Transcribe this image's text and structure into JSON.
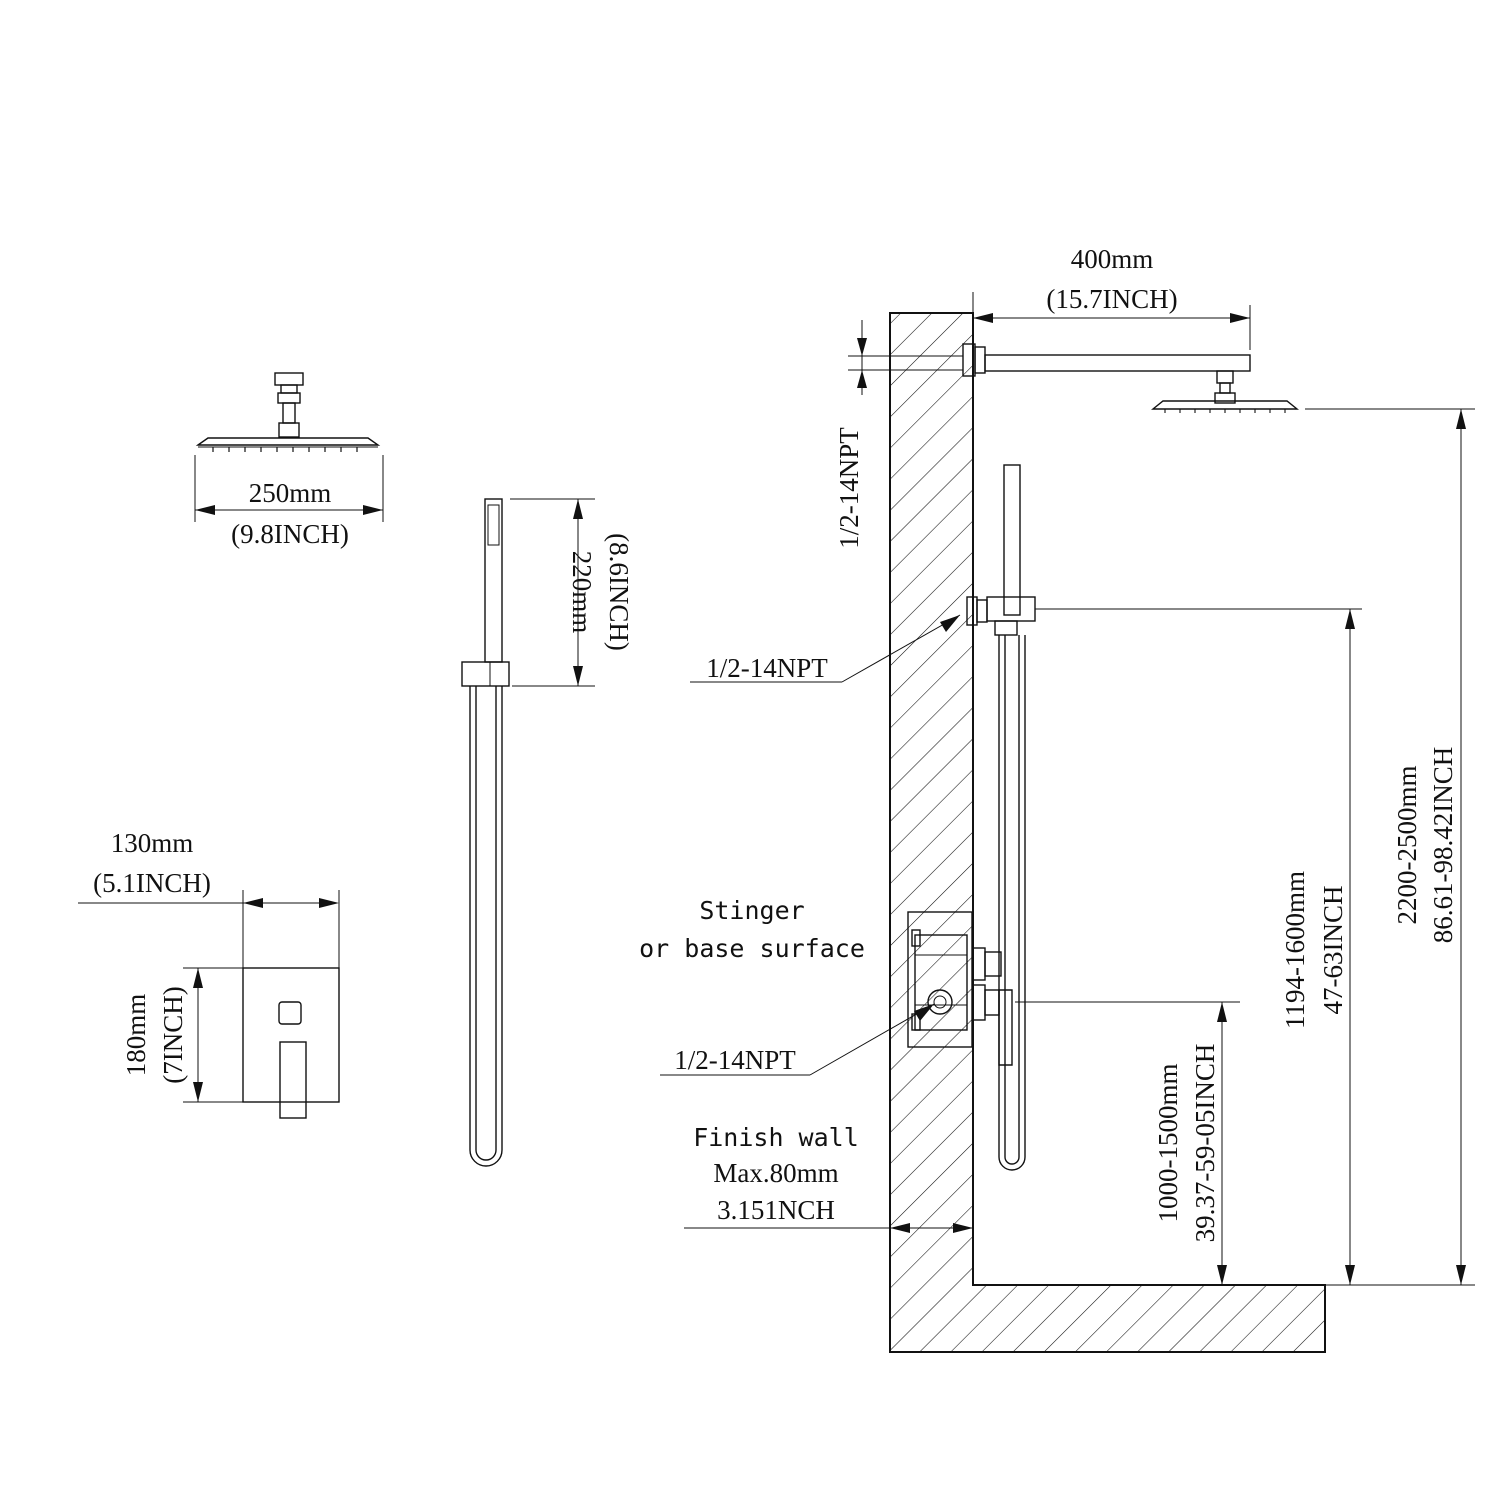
{
  "rain_head": {
    "width_mm": "250mm",
    "width_in": "(9.8INCH)"
  },
  "hand_shower": {
    "length_mm": "220mm",
    "length_in": "(8.6INCH)"
  },
  "valve_plate": {
    "width_mm": "130mm",
    "width_in": "(5.1INCH)",
    "height_mm": "180mm",
    "height_in": "(7INCH)"
  },
  "arm": {
    "length_mm": "400mm",
    "length_in": "(15.7INCH)"
  },
  "connections": {
    "top_vertical": "1/2-14NPT",
    "middle": "1/2-14NPT",
    "valve": "1/2-14NPT"
  },
  "stinger": {
    "line1": "Stinger",
    "line2": "or base surface"
  },
  "finish_wall": {
    "line1": "Finish wall",
    "line2": "Max.80mm",
    "line3": "3.151NCH"
  },
  "heights": {
    "valve_mm": "1000-1500mm",
    "valve_in": "39.37-59-05INCH",
    "holder_mm": "1194-1600mm",
    "holder_in": "47-63INCH",
    "head_mm": "2200-2500mm",
    "head_in": "86.61-98.42INCH"
  }
}
